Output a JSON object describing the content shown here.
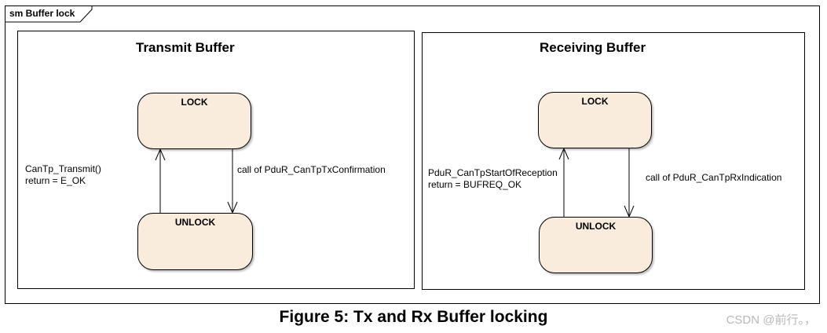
{
  "frame": {
    "label": "sm Buffer lock"
  },
  "transmit": {
    "title": "Transmit Buffer",
    "lock_state": "LOCK",
    "unlock_state": "UNLOCK",
    "up_label_line1": "CanTp_Transmit()",
    "up_label_line2": "return = E_OK",
    "down_label": "call of PduR_CanTpTxConfirmation"
  },
  "receive": {
    "title": "Receiving Buffer",
    "lock_state": "LOCK",
    "unlock_state": "UNLOCK",
    "up_label_line1": "PduR_CanTpStartOfReception",
    "up_label_line2": "return = BUFREQ_OK",
    "down_label": "call of PduR_CanTpRxIndication"
  },
  "caption": "Figure 5: Tx and Rx Buffer locking",
  "watermark": "CSDN @前行。，",
  "colors": {
    "state_fill": "#f9ecdc",
    "border": "#000000",
    "watermark": "#b8b8b8"
  }
}
